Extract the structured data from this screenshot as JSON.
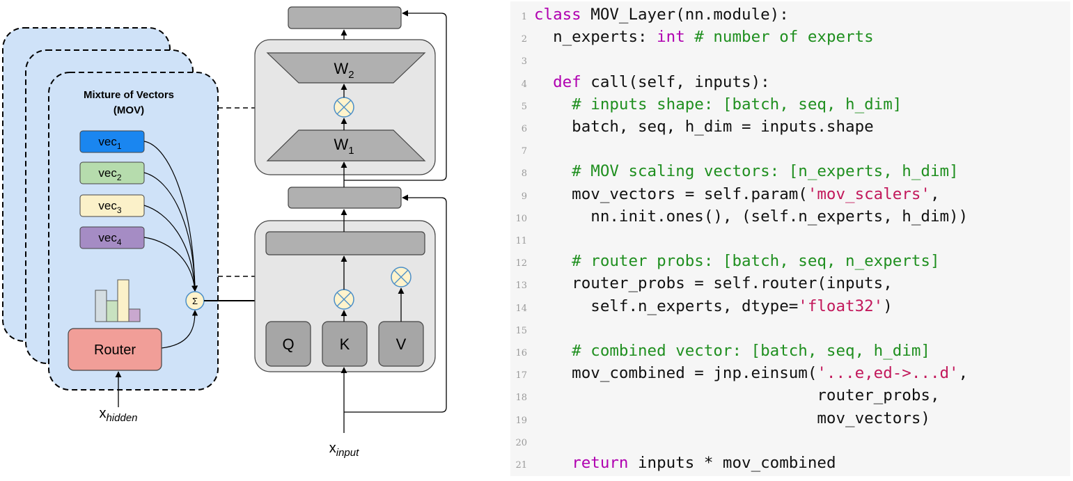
{
  "diagram": {
    "mov_title": [
      "Mixture of Vectors",
      "(MOV)"
    ],
    "vectors": [
      {
        "base": "vec",
        "sub": "1",
        "color": "#1a86f0"
      },
      {
        "base": "vec",
        "sub": "2",
        "color": "#b6dcad"
      },
      {
        "base": "vec",
        "sub": "3",
        "color": "#fbf1c9"
      },
      {
        "base": "vec",
        "sub": "4",
        "color": "#a58cc4"
      }
    ],
    "sum_symbol": "Σ",
    "router_label": "Router",
    "router_input": {
      "base": "x",
      "sub": "hidden"
    },
    "ffn": {
      "w2": {
        "base": "W",
        "sub": "2"
      },
      "w1": {
        "base": "W",
        "sub": "1"
      }
    },
    "attention": {
      "q": "Q",
      "k": "K",
      "v": "V"
    },
    "main_input": {
      "base": "x",
      "sub": "input"
    },
    "router_bars": [
      {
        "value": 0.75,
        "color": "#d4dde2"
      },
      {
        "value": 0.5,
        "color": "#c8e2c0"
      },
      {
        "value": 1.0,
        "color": "#fbf1c9"
      },
      {
        "value": 0.3,
        "color": "#c9a8cf"
      }
    ],
    "colors": {
      "mov_panel": "#cfe2f8",
      "router": "#f19e98",
      "block_fill": "#e6e6e6",
      "layer_fill": "#b0b0b0",
      "mult_node": "#fff3cc",
      "mult_stroke": "#4a8ec8"
    }
  },
  "code": {
    "lines": [
      {
        "n": "1",
        "tokens": [
          {
            "t": "class",
            "c": "kw"
          },
          {
            "t": " MOV_Layer(nn.module):",
            "c": "plain"
          }
        ]
      },
      {
        "n": "2",
        "tokens": [
          {
            "t": "  n_experts: ",
            "c": "plain"
          },
          {
            "t": "int",
            "c": "kw"
          },
          {
            "t": " # number of experts",
            "c": "comment"
          }
        ]
      },
      {
        "n": "3",
        "tokens": []
      },
      {
        "n": "4",
        "tokens": [
          {
            "t": "  ",
            "c": "plain"
          },
          {
            "t": "def",
            "c": "kw"
          },
          {
            "t": " call(self, inputs):",
            "c": "plain"
          }
        ]
      },
      {
        "n": "5",
        "tokens": [
          {
            "t": "    # inputs shape: [batch, seq, h_dim]",
            "c": "comment"
          }
        ]
      },
      {
        "n": "6",
        "tokens": [
          {
            "t": "    batch, seq, h_dim = inputs.shape",
            "c": "plain"
          }
        ]
      },
      {
        "n": "7",
        "tokens": []
      },
      {
        "n": "8",
        "tokens": [
          {
            "t": "    # MOV scaling vectors: [n_experts, h_dim]",
            "c": "comment"
          }
        ]
      },
      {
        "n": "9",
        "tokens": [
          {
            "t": "    mov_vectors = self.param(",
            "c": "plain"
          },
          {
            "t": "'mov_scalers'",
            "c": "string"
          },
          {
            "t": ",",
            "c": "plain"
          }
        ]
      },
      {
        "n": "10",
        "tokens": [
          {
            "t": "      nn.init.ones(), (self.n_experts, h_dim))",
            "c": "plain"
          }
        ]
      },
      {
        "n": "11",
        "tokens": []
      },
      {
        "n": "12",
        "tokens": [
          {
            "t": "    # router probs: [batch, seq, n_experts]",
            "c": "comment"
          }
        ]
      },
      {
        "n": "13",
        "tokens": [
          {
            "t": "    router_probs = self.router(inputs,",
            "c": "plain"
          }
        ]
      },
      {
        "n": "14",
        "tokens": [
          {
            "t": "      self.n_experts, dtype=",
            "c": "plain"
          },
          {
            "t": "'float32'",
            "c": "string"
          },
          {
            "t": ")",
            "c": "plain"
          }
        ]
      },
      {
        "n": "15",
        "tokens": []
      },
      {
        "n": "16",
        "tokens": [
          {
            "t": "    # combined vector: [batch, seq, h_dim]",
            "c": "comment"
          }
        ]
      },
      {
        "n": "17",
        "tokens": [
          {
            "t": "    mov_combined = jnp.einsum(",
            "c": "plain"
          },
          {
            "t": "'...e,ed->...d'",
            "c": "string"
          },
          {
            "t": ",",
            "c": "plain"
          }
        ]
      },
      {
        "n": "18",
        "tokens": [
          {
            "t": "                              router_probs,",
            "c": "plain"
          }
        ]
      },
      {
        "n": "19",
        "tokens": [
          {
            "t": "                              mov_vectors)",
            "c": "plain"
          }
        ]
      },
      {
        "n": "20",
        "tokens": []
      },
      {
        "n": "21",
        "tokens": [
          {
            "t": "    ",
            "c": "plain"
          },
          {
            "t": "return",
            "c": "kw"
          },
          {
            "t": " inputs * mov_combined",
            "c": "plain"
          }
        ]
      }
    ]
  }
}
